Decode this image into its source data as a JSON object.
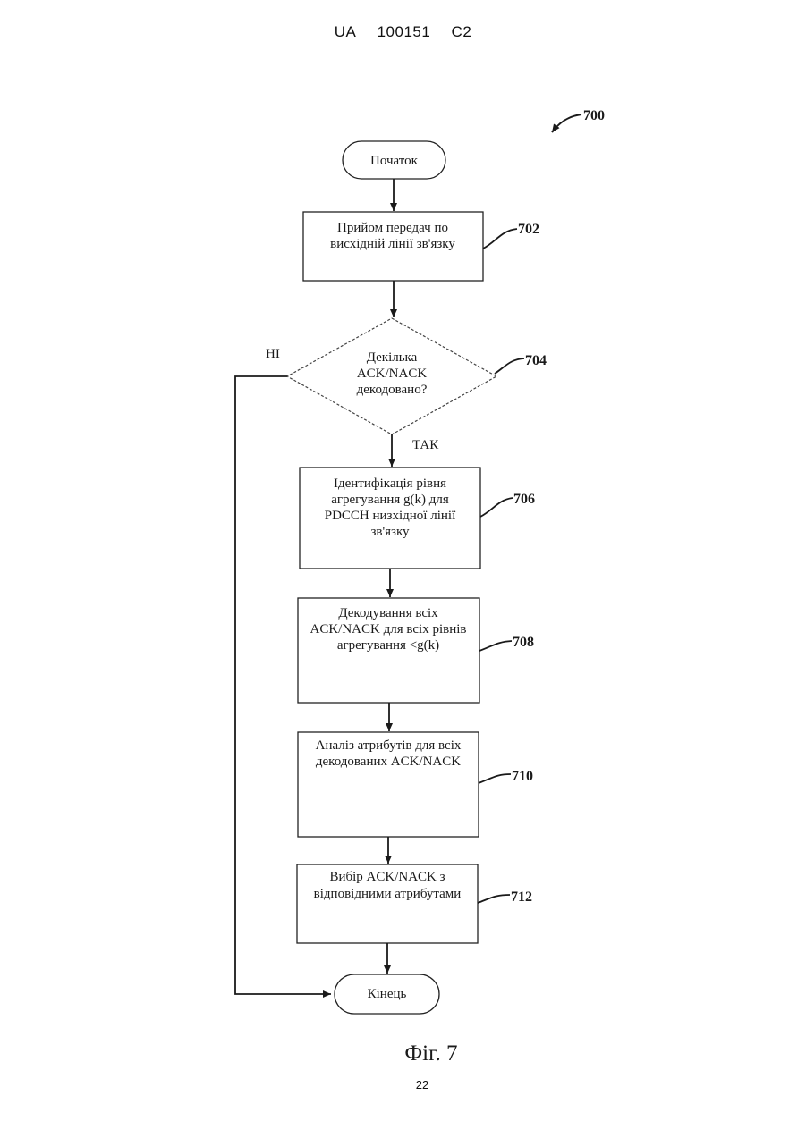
{
  "header": {
    "country": "UA",
    "number": "100151",
    "kind": "C2"
  },
  "diagram": {
    "figure_ref": "700",
    "nodes": {
      "start": {
        "lines": [
          "Початок"
        ]
      },
      "n702": {
        "lines": [
          "Прийом передач по",
          "висхідній лінії зв'язку"
        ],
        "ref": "702"
      },
      "n704": {
        "lines": [
          "Декілька",
          "ACK/NACK",
          "декодовано?"
        ],
        "ref": "704"
      },
      "n706": {
        "lines": [
          "Ідентифікація рівня",
          "агрегування g(k) для",
          "PDCCH низхідної лінії",
          "зв'язку"
        ],
        "ref": "706"
      },
      "n708": {
        "lines": [
          "Декодування всіх",
          "ACK/NACK для всіх рівнів",
          "агрегування <g(k)"
        ],
        "ref": "708"
      },
      "n710": {
        "lines": [
          "Аналіз атрибутів для всіх",
          "декодованих ACK/NACK"
        ],
        "ref": "710"
      },
      "n712": {
        "lines": [
          "Вибір ACK/NACK з",
          "відповідними атрибутами"
        ],
        "ref": "712"
      },
      "end": {
        "lines": [
          "Кінець"
        ]
      }
    },
    "branches": {
      "no": "НІ",
      "yes": "ТАК"
    }
  },
  "caption": "Фіг. 7",
  "page_number": "22"
}
